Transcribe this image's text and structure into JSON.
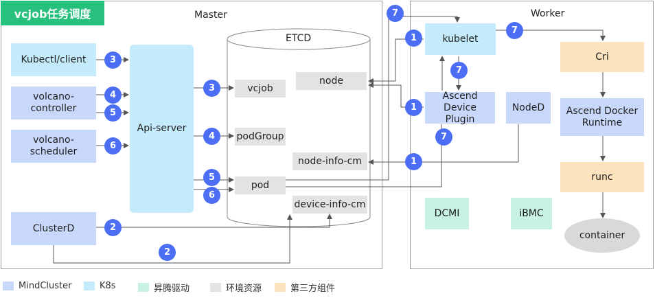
{
  "title": "vcjob任务调度",
  "panels": {
    "master": "Master",
    "worker": "Worker"
  },
  "etcd": {
    "label": "ETCD",
    "items": {
      "vcjob": "vcjob",
      "podgroup": "podGroup",
      "pod": "pod",
      "node": "node",
      "node_info_cm": "node-info-cm",
      "device_info_cm": "device-info-cm"
    }
  },
  "master": {
    "kubectl": "Kubectl/client",
    "volcano_controller": "volcano-controller",
    "volcano_scheduler": "volcano-scheduler",
    "clusterd": "ClusterD",
    "api_server": "Api-server"
  },
  "worker": {
    "kubelet": "kubelet",
    "ascend_device_plugin": "Ascend Device Plugin",
    "noded": "NodeD",
    "cri": "Cri",
    "ascend_docker_runtime": "Ascend Docker Runtime",
    "runc": "runc",
    "container": "container",
    "dcmi": "DCMI",
    "ibmc": "iBMC"
  },
  "badges": {
    "kubectl_api": "3",
    "controller_api_1": "4",
    "controller_api_2": "5",
    "scheduler_api": "6",
    "clusterd_api": "2",
    "api_vcjob": "3",
    "api_podgroup": "4",
    "api_pod_1": "5",
    "api_pod_2": "6",
    "clusterd_device": "2",
    "pod_kubelet": "7",
    "kubelet_node": "1",
    "plugin_node": "1",
    "noded_nodeinfo": "1",
    "kubelet_plugin": "7",
    "kubelet_cri": "7",
    "plugin_pod": "7"
  },
  "legend": [
    {
      "label": "MindCluster",
      "color": "#c8d8fb"
    },
    {
      "label": "K8s",
      "color": "#c3ebfb"
    },
    {
      "label": "昇腾驱动",
      "color": "#c6f1e3"
    },
    {
      "label": "环境资源",
      "color": "#e3e3e5"
    },
    {
      "label": "第三方组件",
      "color": "#fce3bd"
    }
  ]
}
